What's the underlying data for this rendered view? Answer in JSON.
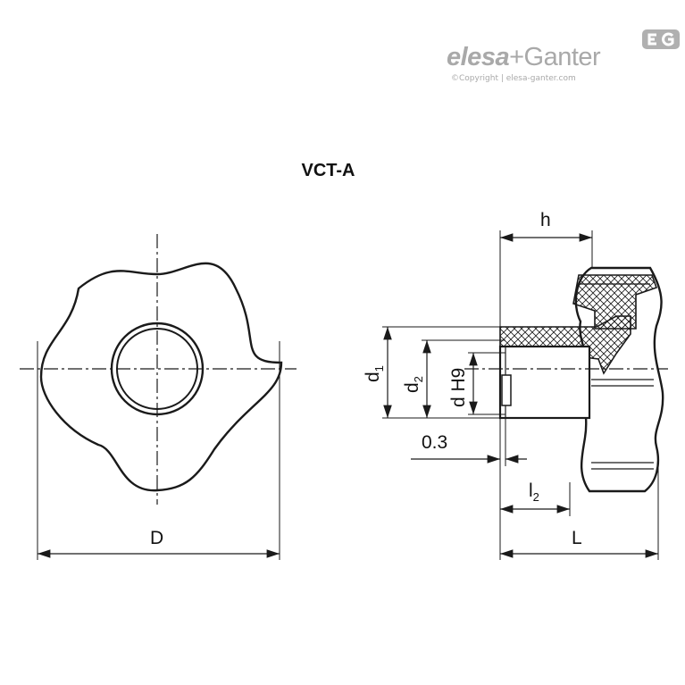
{
  "brand": {
    "name_part1": "elesa",
    "name_part2": "+Ganter",
    "copyright": "©Copyright | elesa-ganter.com",
    "badge_color": "#a9a9a9"
  },
  "title": "VCT-A",
  "labels": {
    "D": "D",
    "h": "h",
    "d1_main": "d",
    "d1_sub": "1",
    "d2_main": "d",
    "d2_sub": "2",
    "dH9": "d H9",
    "gap": "0.3",
    "l2_main": "l",
    "l2_sub": "2",
    "L": "L"
  },
  "colors": {
    "line": "#1a1a1a",
    "knob_fill": "#ffffff"
  }
}
